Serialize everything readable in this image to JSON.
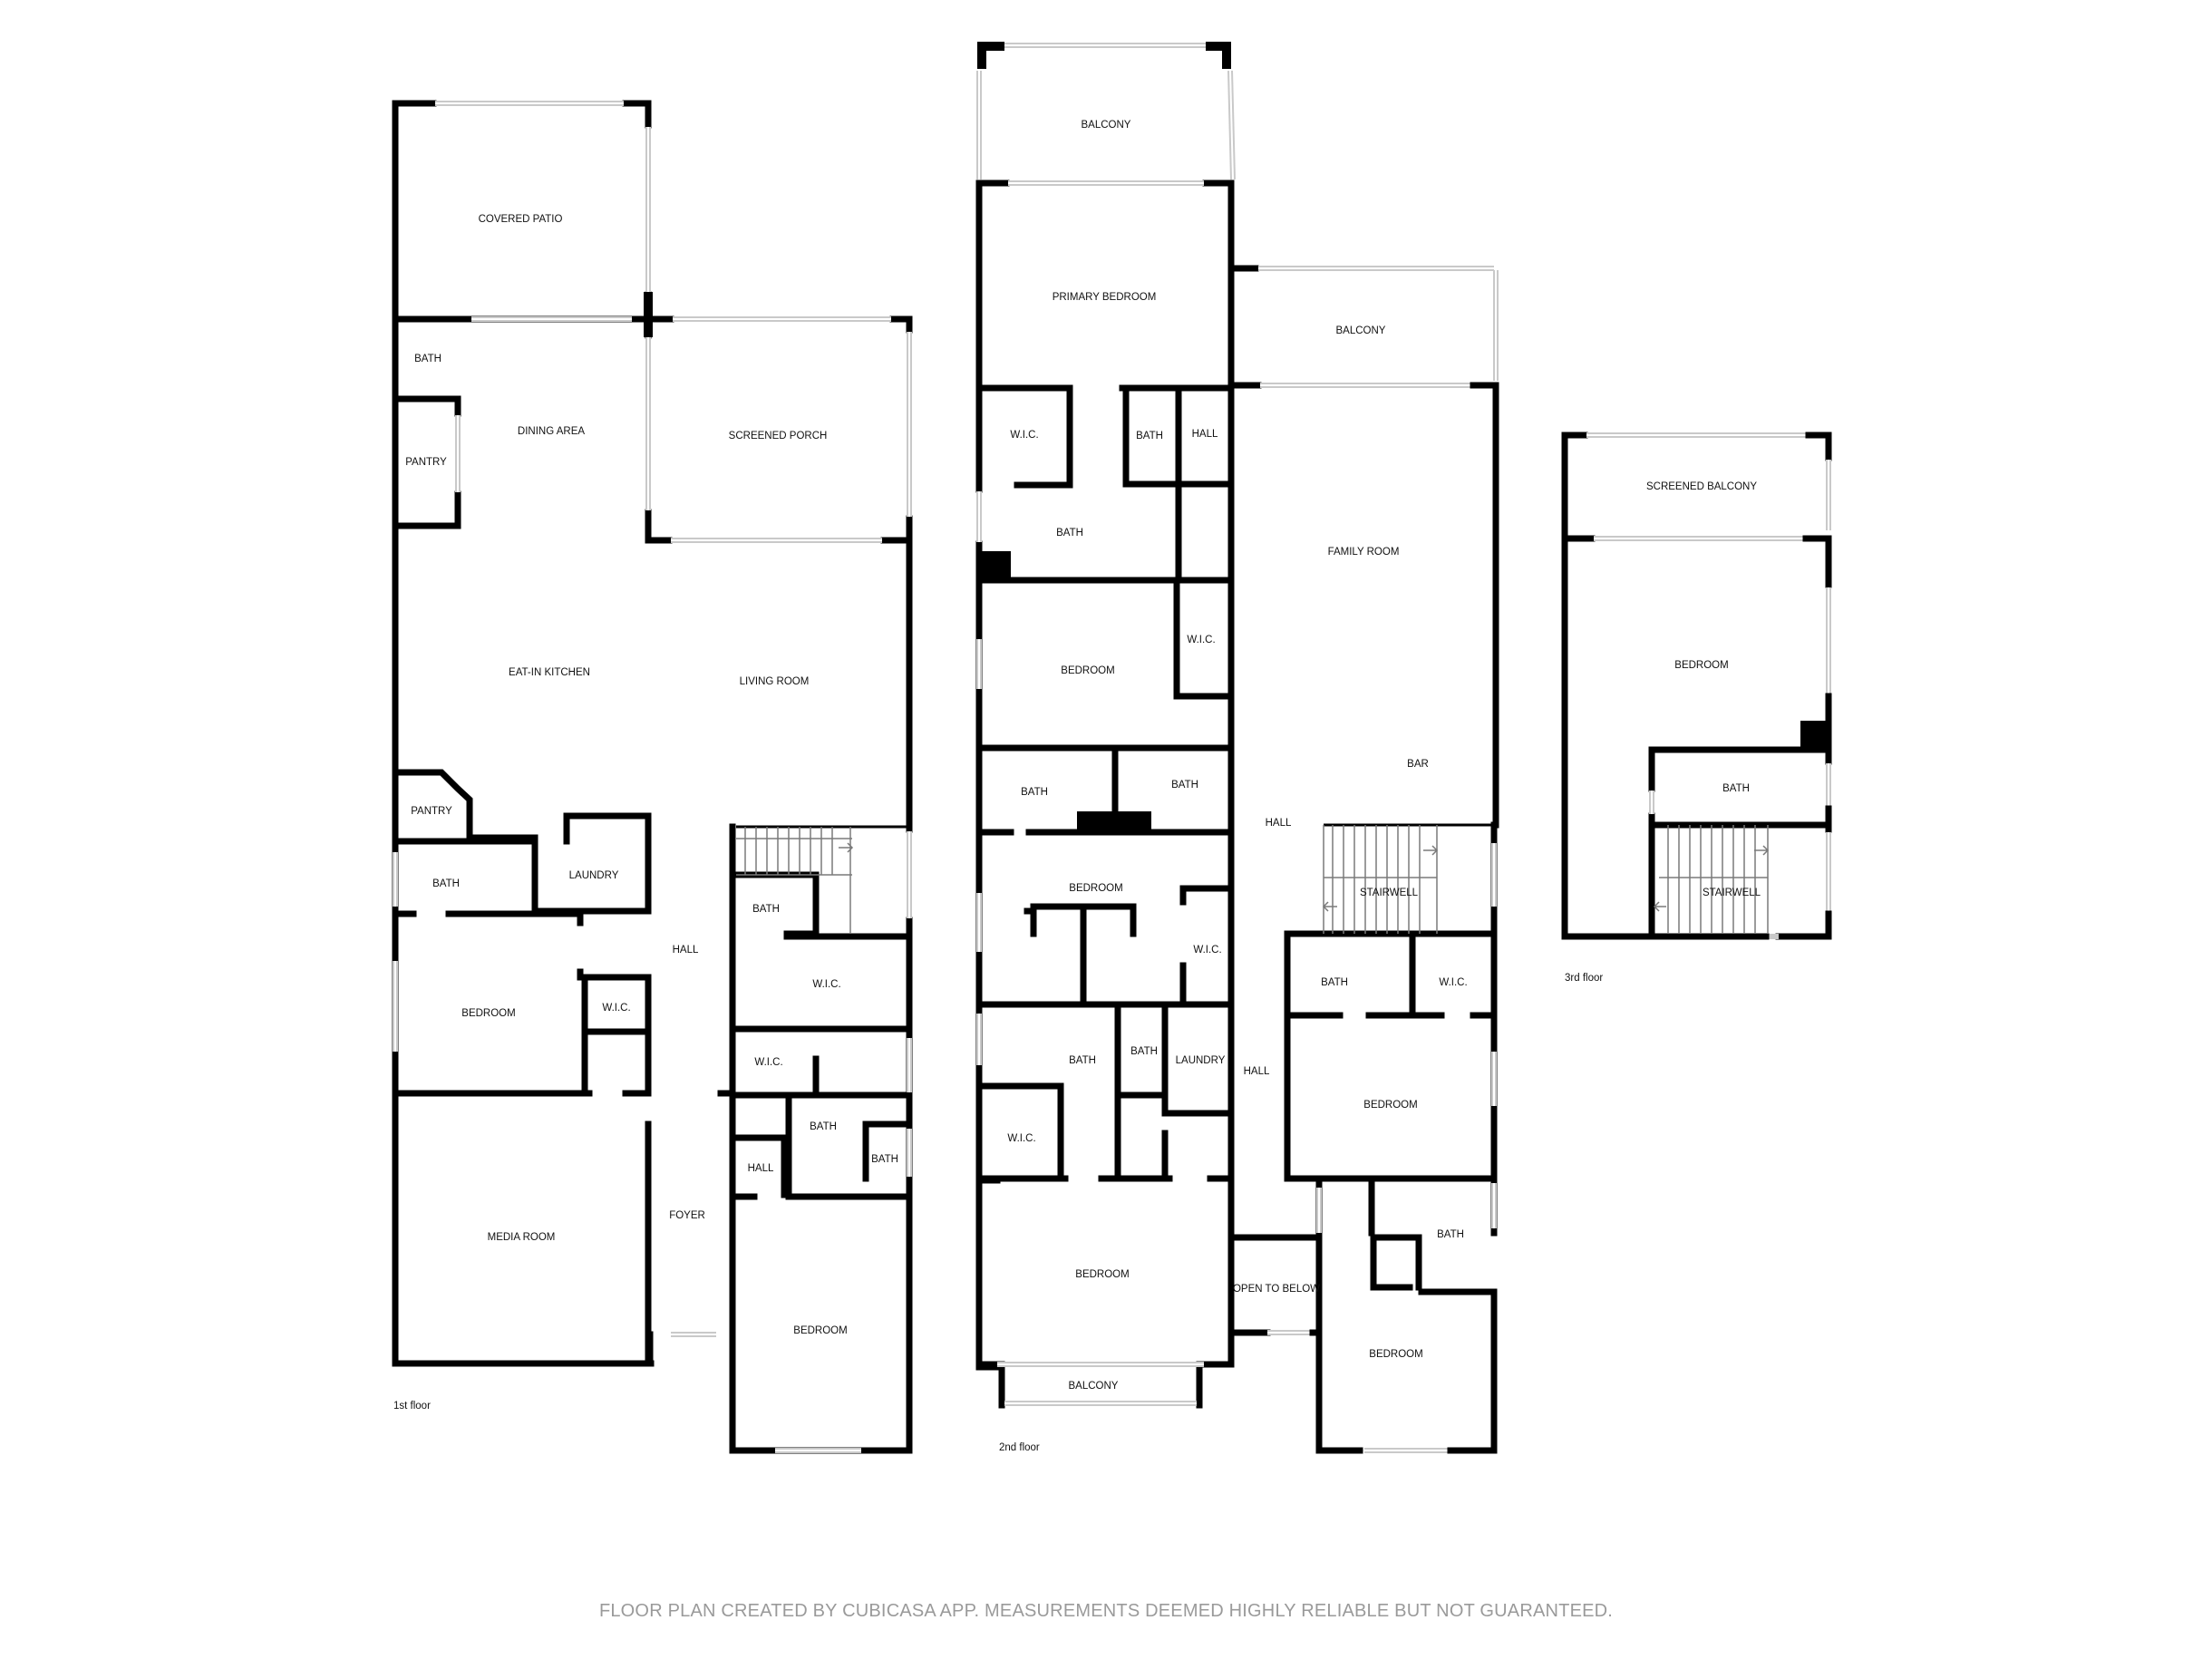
{
  "floors": {
    "first": {
      "label": "1st floor",
      "rooms": {
        "covered_patio": "COVERED PATIO",
        "bath_top": "BATH",
        "dining_area": "DINING AREA",
        "screened_porch": "SCREENED PORCH",
        "pantry_top": "PANTRY",
        "eat_in_kitchen": "EAT-IN KITCHEN",
        "living_room": "LIVING ROOM",
        "pantry_mid": "PANTRY",
        "bath_mid": "BATH",
        "laundry": "LAUNDRY",
        "bath_stair": "BATH",
        "hall": "HALL",
        "bedroom_left": "BEDROOM",
        "wic_left": "W.I.C.",
        "wic_right": "W.I.C.",
        "wic_small": "W.I.C.",
        "bath_right": "BATH",
        "bath_small": "BATH",
        "hall_small": "HALL",
        "media_room": "MEDIA ROOM",
        "foyer": "FOYER",
        "bedroom_bottom": "BEDROOM"
      }
    },
    "second": {
      "label": "2nd floor",
      "rooms": {
        "balcony_top": "BALCONY",
        "primary_bedroom": "PRIMARY BEDROOM",
        "balcony_right": "BALCONY",
        "wic_primary": "W.I.C.",
        "bath_small": "BATH",
        "hall_small": "HALL",
        "bath_primary": "BATH",
        "family_room": "FAMILY ROOM",
        "bedroom_a": "BEDROOM",
        "wic_a": "W.I.C.",
        "bath_b": "BATH",
        "bath_c": "BATH",
        "bar": "BAR",
        "hall": "HALL",
        "bedroom_b": "BEDROOM",
        "stairwell": "STAIRWELL",
        "wic_b": "W.I.C.",
        "bath_d": "BATH",
        "wic_c": "W.I.C.",
        "bath_e": "BATH",
        "bath_f": "BATH",
        "laundry": "LAUNDRY",
        "hall_lower": "HALL",
        "bedroom_c": "BEDROOM",
        "wic_d": "W.I.C.",
        "bedroom_d": "BEDROOM",
        "open_to_below": "OPEN TO BELOW",
        "bath_g": "BATH",
        "balcony_bottom": "BALCONY",
        "bedroom_e": "BEDROOM"
      }
    },
    "third": {
      "label": "3rd floor",
      "rooms": {
        "screened_balcony": "SCREENED BALCONY",
        "bedroom": "BEDROOM",
        "bath": "BATH",
        "stairwell": "STAIRWELL"
      }
    }
  },
  "footer": "FLOOR PLAN CREATED BY CUBICASA APP. MEASUREMENTS DEEMED HIGHLY RELIABLE BUT NOT GUARANTEED.",
  "colors": {
    "wall": "#000000",
    "window": "#c9c9c9",
    "footer_text": "#9a9a9a"
  }
}
